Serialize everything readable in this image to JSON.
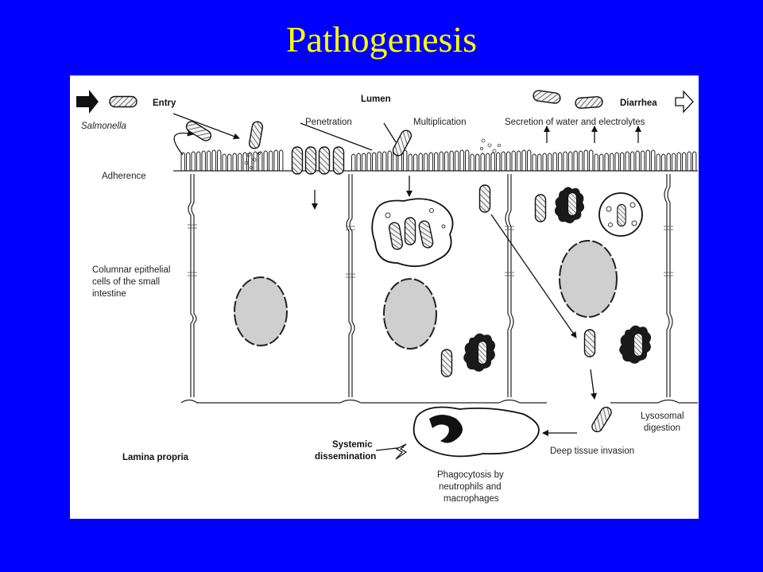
{
  "slide": {
    "title": "Pathogenesis",
    "background_color": "#0000fe",
    "title_color": "#ffff00"
  },
  "diagram": {
    "labels": {
      "entry": "Entry",
      "salmonella": "Salmonella",
      "adherence": "Adherence",
      "lumen": "Lumen",
      "penetration": "Penetration",
      "multiplication": "Multiplication",
      "diarrhea": "Diarrhea",
      "secretion": "Secretion of water and electrolytes",
      "columnar_line1": "Columnar epithelial",
      "columnar_line2": "cells of the small",
      "columnar_line3": "intestine",
      "lysosomal_line1": "Lysosomal",
      "lysosomal_line2": "digestion",
      "deep_tissue": "Deep tissue invasion",
      "systemic_line1": "Systemic",
      "systemic_line2": "dissemination",
      "lamina_propria": "Lamina propria",
      "phagocytosis_line1": "Phagocytosis by",
      "phagocytosis_line2": "neutrophils and",
      "phagocytosis_line3": "macrophages"
    }
  }
}
